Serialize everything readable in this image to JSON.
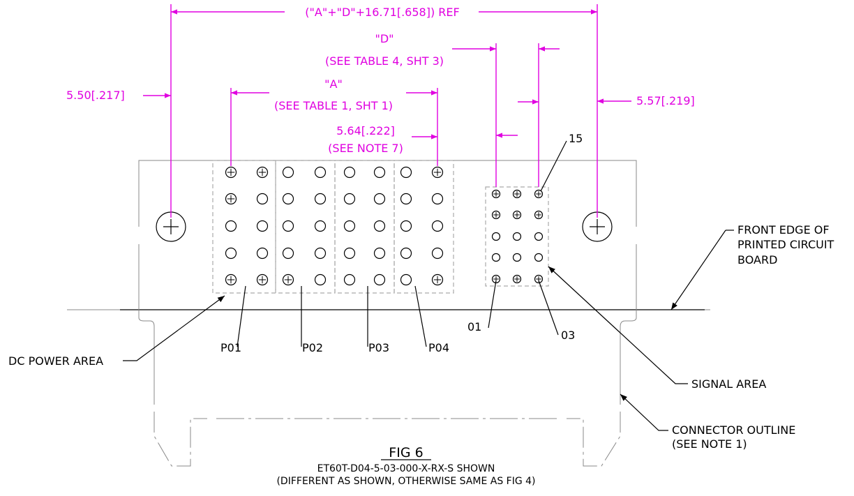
{
  "figure": {
    "title": "FIG 6",
    "subtitle": "ET60T-D04-5-03-000-X-RX-S SHOWN",
    "note": "(DIFFERENT AS SHOWN, OTHERWISE SAME AS FIG 4)"
  },
  "dimensions": {
    "overall": "(\"A\"+\"D\"+16.71[.658]) REF",
    "d_label": "\"D\"",
    "d_ref": "(SEE TABLE 4, SHT 3)",
    "a_label": "\"A\"",
    "a_ref": "(SEE TABLE 1, SHT 1)",
    "pitch": "5.64[.222]",
    "pitch_note": "(SEE NOTE 7)",
    "left_offset": "5.50[.217]",
    "right_offset": "5.57[.219]"
  },
  "callouts": {
    "front_edge": [
      "FRONT EDGE OF",
      "PRINTED CIRCUIT",
      "BOARD"
    ],
    "dc_power_area": "DC POWER AREA",
    "signal_area": "SIGNAL AREA",
    "connector_outline": [
      "CONNECTOR OUTLINE",
      "(SEE NOTE 1)"
    ],
    "pin_15": "15",
    "pin_01": "01",
    "pin_03": "03",
    "power_groups": [
      "P01",
      "P02",
      "P03",
      "P04"
    ]
  },
  "colors": {
    "dimension": "#e000e0",
    "outline": "#000000",
    "hidden": "#aaaaaa"
  }
}
